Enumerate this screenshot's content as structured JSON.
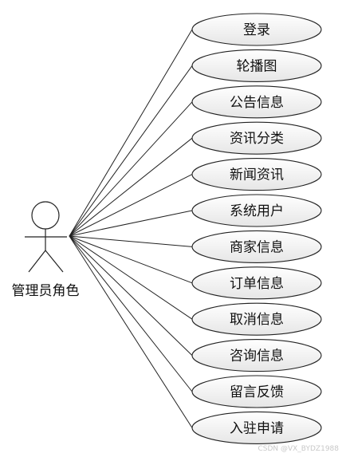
{
  "actor": {
    "label": "管理员角色"
  },
  "use_cases": [
    {
      "label": "登录"
    },
    {
      "label": "轮播图"
    },
    {
      "label": "公告信息"
    },
    {
      "label": "资讯分类"
    },
    {
      "label": "新闻资讯"
    },
    {
      "label": "系统用户"
    },
    {
      "label": "商家信息"
    },
    {
      "label": "订单信息"
    },
    {
      "label": "取消信息"
    },
    {
      "label": "咨询信息"
    },
    {
      "label": "留言反馈"
    },
    {
      "label": "入驻申请"
    }
  ],
  "watermark": "CSDN @VX_BYDZ1988",
  "colors": {
    "ellipse_fill_top": "#ffffff",
    "ellipse_fill_bottom": "#e9e9e9",
    "stroke": "#222222",
    "text": "#111111",
    "watermark": "#c8c8c8"
  }
}
